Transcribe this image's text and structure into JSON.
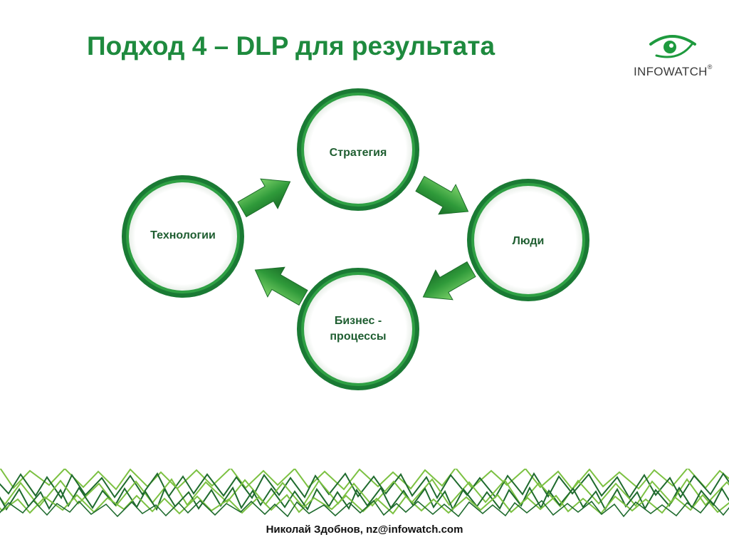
{
  "slide": {
    "title": "Подход 4 – DLP для результата",
    "footer": "Николай Здобнов, nz@infowatch.com"
  },
  "logo": {
    "text": "INFOWATCH",
    "registered": "®",
    "icon": "eye-icon"
  },
  "diagram": {
    "nodes": [
      {
        "id": "strategy",
        "label": "Стратегия"
      },
      {
        "id": "people",
        "label": "Люди"
      },
      {
        "id": "business",
        "label_line1": "Бизнес -",
        "label_line2": "процессы"
      },
      {
        "id": "technology",
        "label": "Технологии"
      }
    ],
    "edges": [
      {
        "from": "technology",
        "to": "strategy"
      },
      {
        "from": "strategy",
        "to": "people"
      },
      {
        "from": "people",
        "to": "business"
      },
      {
        "from": "business",
        "to": "technology"
      }
    ]
  },
  "colors": {
    "title": "#1e8a3e",
    "circle_border": "#1a7a34",
    "arrow": "#2a8a35",
    "pattern_dark": "#1f6b2e",
    "pattern_light": "#7cc142"
  }
}
